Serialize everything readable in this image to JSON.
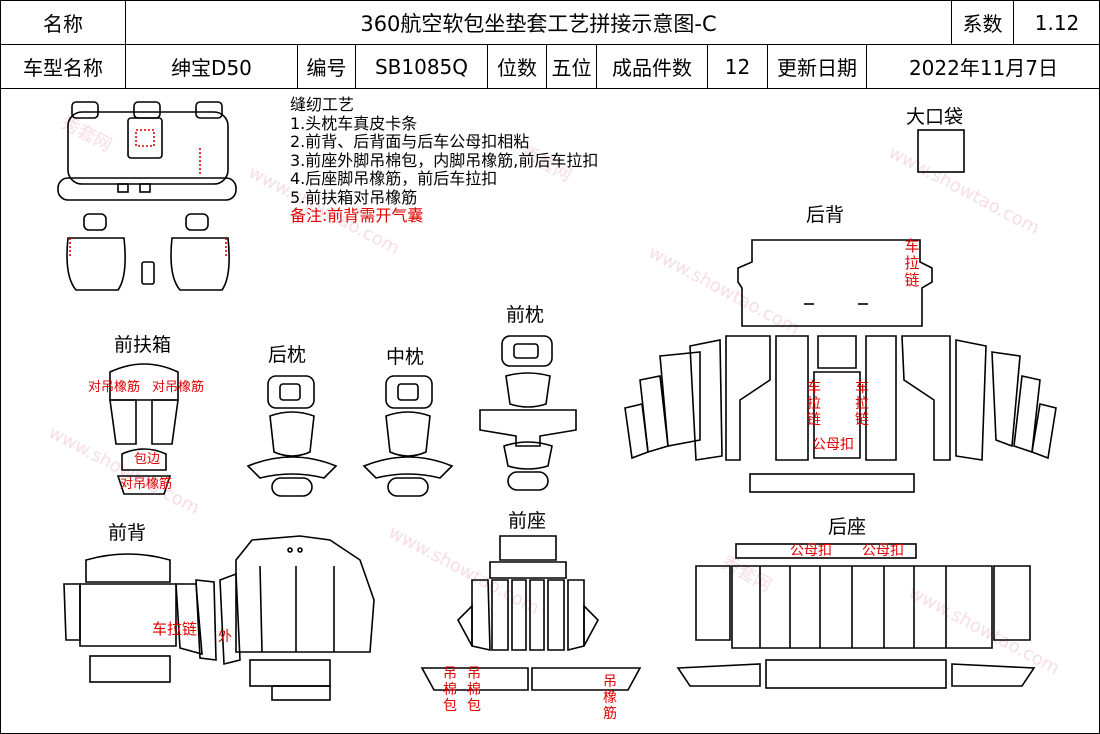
{
  "header": {
    "label_name": "名称",
    "title": "360航空软包坐垫套工艺拼接示意图-C",
    "label_coef": "系数",
    "coef": "1.12",
    "label_model": "车型名称",
    "model": "绅宝D50",
    "label_code": "编号",
    "code": "SB1085Q",
    "label_seats": "位数",
    "seats": "五位",
    "label_pieces": "成品件数",
    "pieces": "12",
    "label_date": "更新日期",
    "date": "2022年11月7日"
  },
  "notes": {
    "heading": "缝纫工艺",
    "items": [
      "1.头枕车真皮卡条",
      "2.前背、后背面与后车公母扣相粘",
      "3.前座外脚吊棉包，内脚吊橡筋,前后车拉扣",
      "4.后座脚吊橡筋，前后车拉扣",
      "5.前扶箱对吊橡筋"
    ],
    "remark": "备注:前背需开气囊"
  },
  "sections": {
    "big_pocket": "大口袋",
    "rear_back": "后背",
    "front_armrest": "前扶箱",
    "rear_headrest": "后枕",
    "middle_headrest": "中枕",
    "front_headrest": "前枕",
    "front_back": "前背",
    "front_seat": "前座",
    "rear_seat": "后座"
  },
  "annotations": {
    "zipper_vertical": "车拉链",
    "male_female_buckle": "公母扣",
    "elastic_pair": "对吊橡筋",
    "hem_label": "包边",
    "hang_elastic_pair": "对吊橡筋",
    "zipper_front": "车拉链",
    "outer": "外",
    "cotton_bag": "吊棉包",
    "hang_elastic": "吊橡筋"
  },
  "watermark": {
    "text_cn": "秀套网",
    "text_url": "www.showtao.com"
  },
  "colors": {
    "red": "#e00000",
    "line": "#000000",
    "watermark": "#f3c8d8"
  }
}
